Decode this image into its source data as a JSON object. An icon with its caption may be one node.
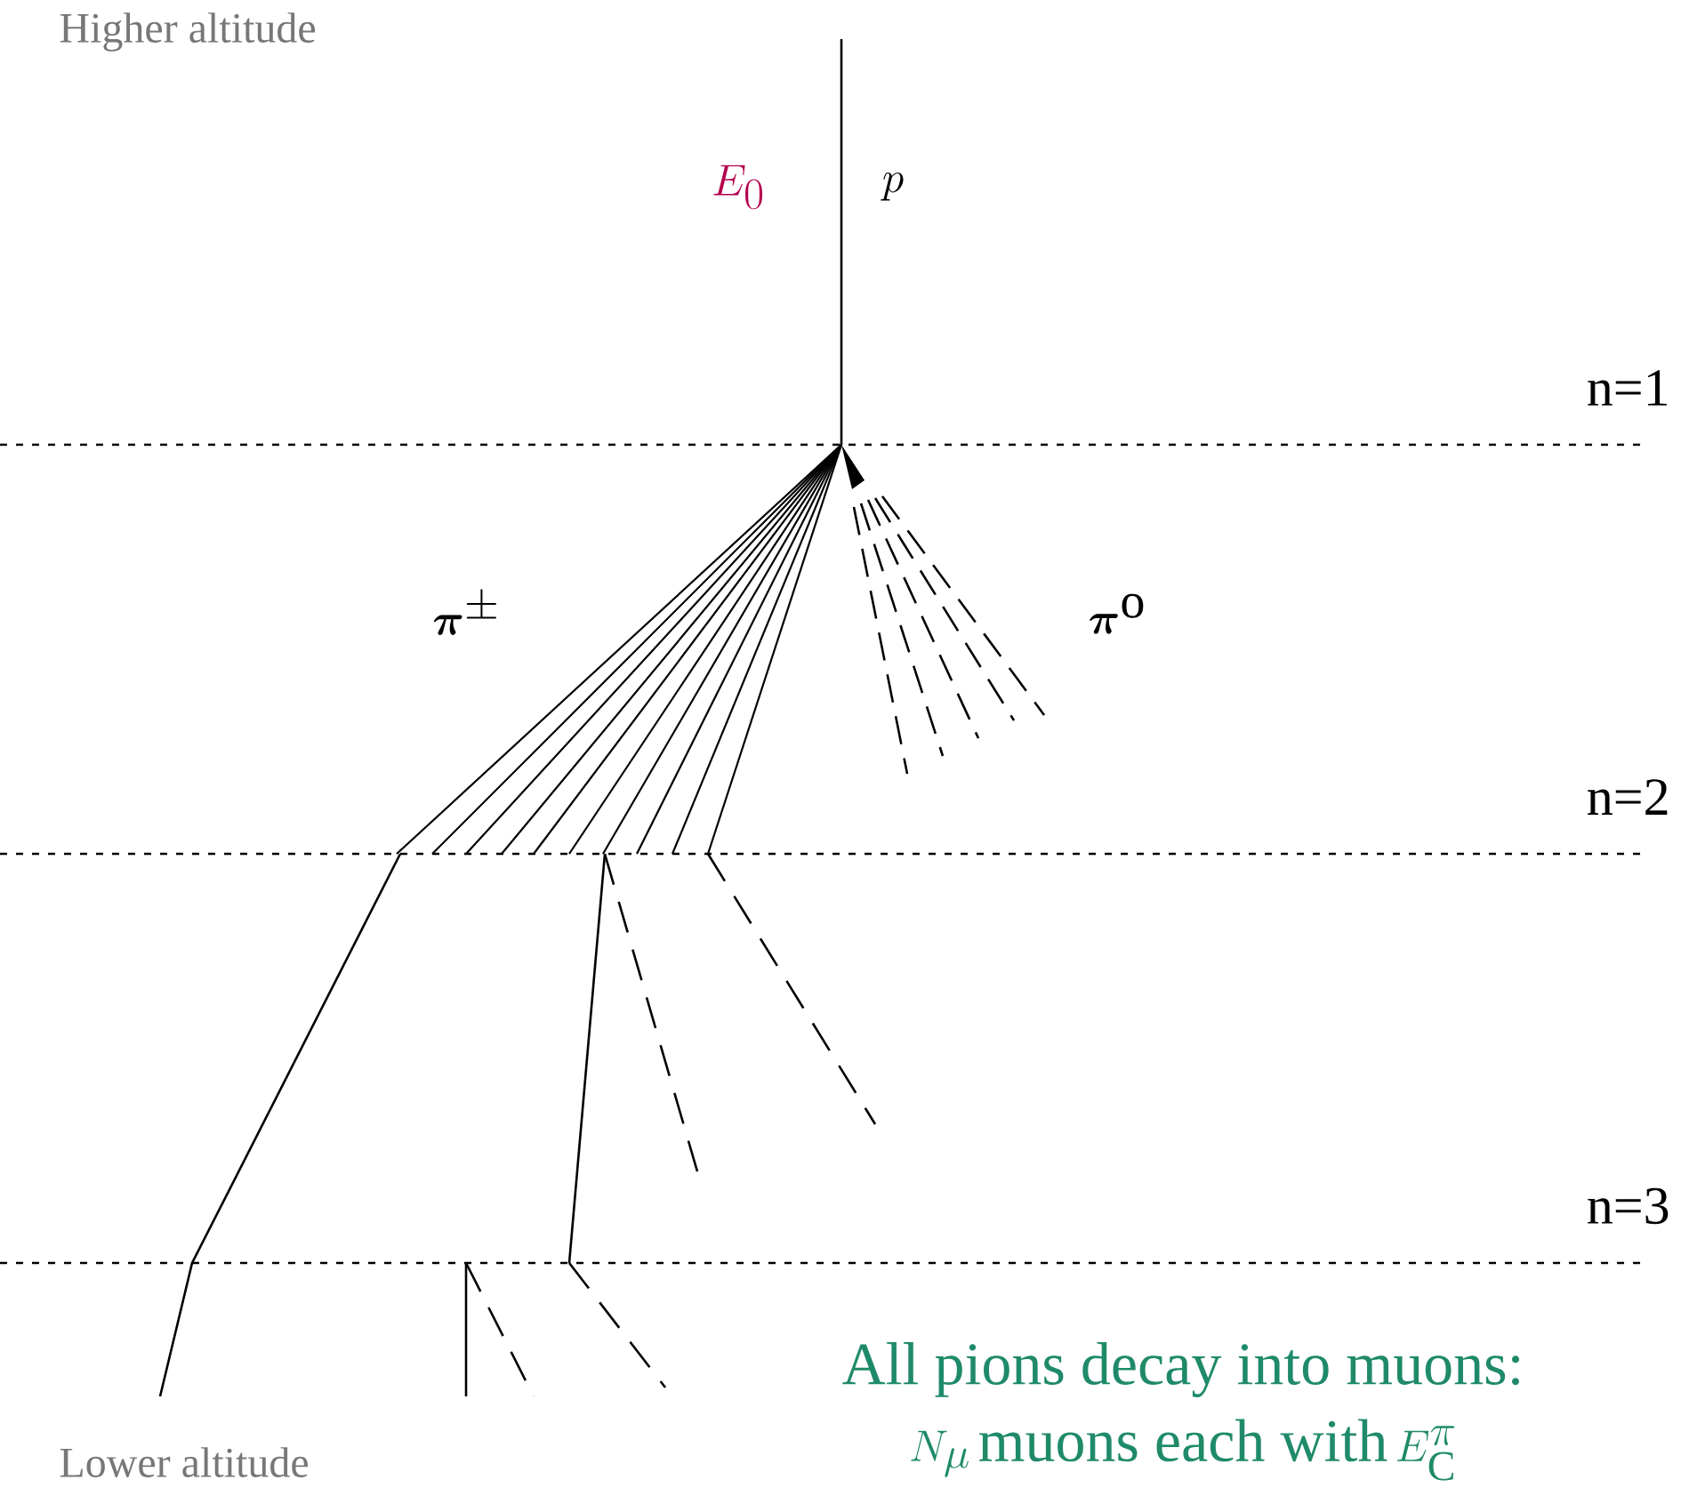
{
  "diagram": {
    "labels": [
      "Higher altitude",
      "E_0",
      "p",
      "n=1",
      "\\bm{\\pi}^{\\pm}",
      "\\bm{\\pi}^{\\mathrm{o}}",
      "n=2",
      "n=3",
      "All pions decay into muons:",
      "N_\\mu\\,\\mbox{muons each with}\\,E_{\\mathrm{C}}^{\\pi}",
      "Lower altitude"
    ]
  }
}
